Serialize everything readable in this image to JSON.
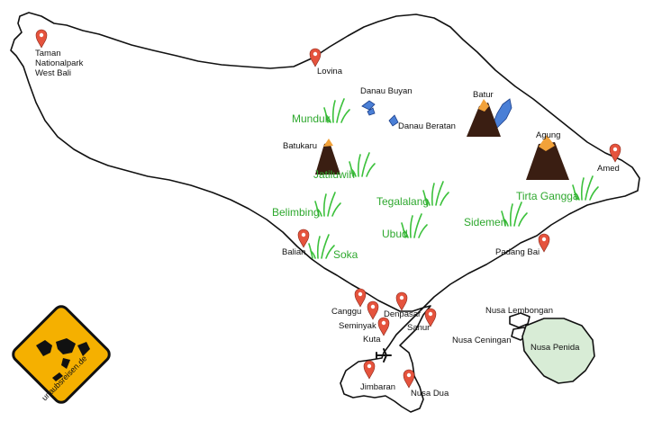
{
  "colors": {
    "marker": "#e5533d",
    "green_label": "#2ea82e",
    "grass": "#3cc13c",
    "lake": "#4a7fd6",
    "volcano": "#3a1e12",
    "lava": "#f2a23a",
    "nusa_penida_fill": "#d8ecd6",
    "badge": "#f5b000"
  },
  "towns": [
    {
      "id": "taman",
      "lines": [
        "Taman",
        "Nationalpark",
        "West Bali"
      ]
    },
    {
      "id": "lovina",
      "lines": [
        "Lovina"
      ]
    },
    {
      "id": "amed",
      "lines": [
        "Amed"
      ]
    },
    {
      "id": "balian",
      "lines": [
        "Balian"
      ]
    },
    {
      "id": "padang_bai",
      "lines": [
        "Padang Bai"
      ]
    },
    {
      "id": "canggu",
      "lines": [
        "Canggu"
      ]
    },
    {
      "id": "seminyak",
      "lines": [
        "Seminyak"
      ]
    },
    {
      "id": "kuta",
      "lines": [
        "Kuta"
      ]
    },
    {
      "id": "denpasar",
      "lines": [
        "Denpasar"
      ]
    },
    {
      "id": "sanur",
      "lines": [
        "Sanur"
      ]
    },
    {
      "id": "jimbaran",
      "lines": [
        "Jimbaran"
      ]
    },
    {
      "id": "nusa_dua",
      "lines": [
        "Nusa Dua"
      ]
    }
  ],
  "rice_terraces": [
    {
      "id": "munduk",
      "label": "Munduk"
    },
    {
      "id": "jatiluwih",
      "label": "Jatiluwih"
    },
    {
      "id": "belimbing",
      "label": "Belimbing"
    },
    {
      "id": "soka",
      "label": "Soka"
    },
    {
      "id": "tegalalang",
      "label": "Tegalalang"
    },
    {
      "id": "ubud",
      "label": "Ubud"
    },
    {
      "id": "tirta_gangga",
      "label": "Tirta Gangga"
    },
    {
      "id": "sidemen",
      "label": "Sidemen"
    }
  ],
  "volcanoes": [
    {
      "id": "batur",
      "label": "Batur"
    },
    {
      "id": "batukaru",
      "label": "Batukaru"
    },
    {
      "id": "agung",
      "label": "Agung"
    }
  ],
  "lakes": [
    {
      "id": "buyan",
      "label": "Danau Buyan"
    },
    {
      "id": "beratan",
      "label": "Danau Beratan"
    }
  ],
  "islands": [
    {
      "id": "nusa_lembongan",
      "label": "Nusa Lembongan"
    },
    {
      "id": "nusa_ceningan",
      "label": "Nusa Ceningan"
    },
    {
      "id": "nusa_penida",
      "label": "Nusa Penida"
    }
  ],
  "airport": {
    "icon": "airplane-icon"
  },
  "badge": {
    "text": "urlaubsreisen.de",
    "icon": "world-map-icon"
  }
}
